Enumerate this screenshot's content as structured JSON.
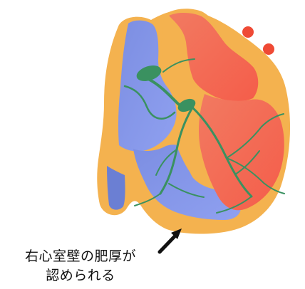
{
  "annotation": {
    "line1": "右心室壁の肥厚が",
    "line2": "認められる"
  },
  "colors": {
    "fat_outer": "#f4b24f",
    "right_heart": "#7f8fe0",
    "right_heart_light": "#9aa8ef",
    "left_heart": "#f06d57",
    "left_heart_light": "#f58d6d",
    "conduction": "#3a9160",
    "vessel_red": "#ef4a35",
    "arrow": "#111111"
  },
  "icons": {
    "heart": "heart-cross-section-illustration",
    "arrow": "black-pointer-arrow"
  }
}
